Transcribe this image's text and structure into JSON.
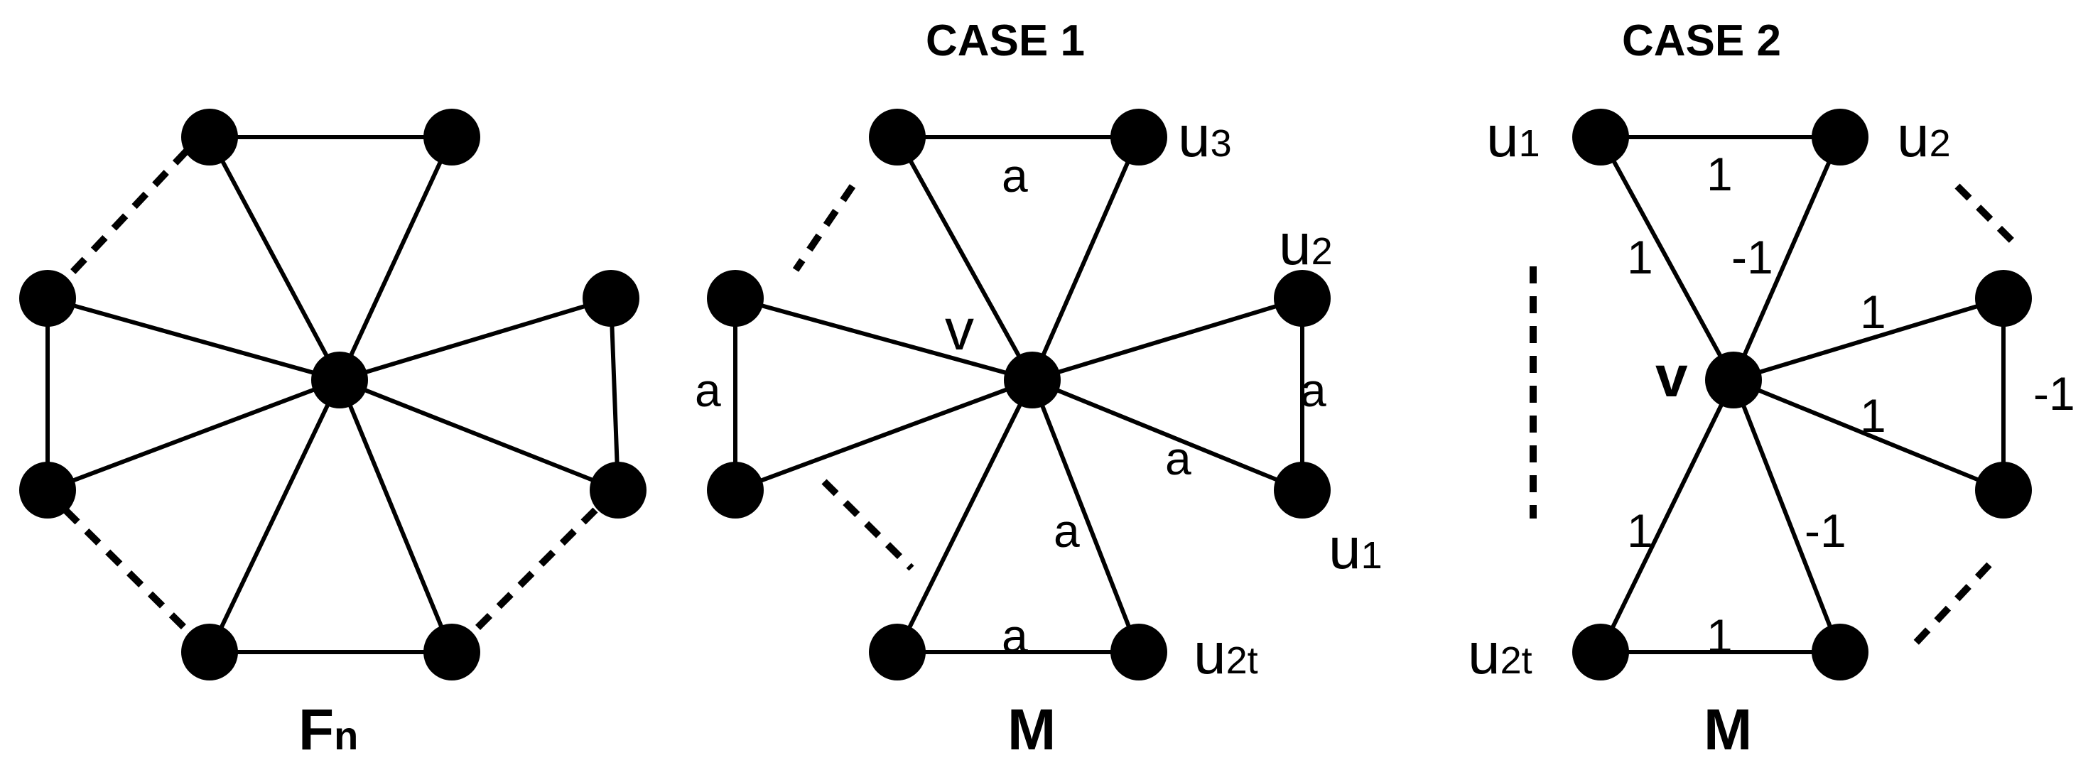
{
  "panels": {
    "fn": {
      "caption_main": "F",
      "caption_sub": "n"
    },
    "case1": {
      "title": "CASE 1",
      "caption": "M",
      "center_label": "v",
      "edge_label": "a",
      "u3": {
        "main": "u",
        "sub": "3"
      },
      "u2": {
        "main": "u",
        "sub": "2"
      },
      "u1": {
        "main": "u",
        "sub": "1"
      },
      "u2t": {
        "main": "u",
        "sub": "2t"
      }
    },
    "case2": {
      "title": "CASE 2",
      "caption": "M",
      "center_label": "v",
      "w_pos": "1",
      "w_neg": "-1",
      "u1": {
        "main": "u",
        "sub": "1"
      },
      "u2": {
        "main": "u",
        "sub": "2"
      },
      "u2t": {
        "main": "u",
        "sub": "2t"
      }
    }
  }
}
